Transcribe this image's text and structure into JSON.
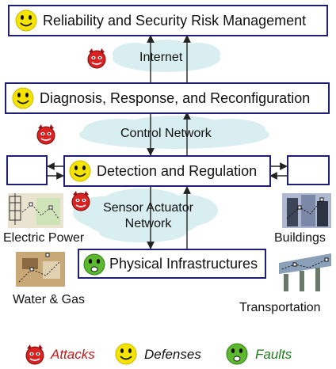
{
  "layers": {
    "risk_management": "Reliability and Security Risk Management",
    "internet": "Internet",
    "diagnosis": "Diagnosis, Response, and Reconfiguration",
    "control_network": "Control Network",
    "detection": "Detection and Regulation",
    "sensor_network_line1": "Sensor Actuator",
    "sensor_network_line2": "Network",
    "physical": "Physical Infrastructures"
  },
  "infrastructures": {
    "electric_power": "Electric Power",
    "buildings": "Buildings",
    "water_gas": "Water & Gas",
    "transportation": "Transportation"
  },
  "legend": {
    "attacks": "Attacks",
    "defenses": "Defenses",
    "faults": "Faults"
  },
  "colors": {
    "attacks_text": "#c21a1a",
    "defenses_text": "#111111",
    "faults_text": "#1e7a1e",
    "cloud": "#d8eef0",
    "box_border": "#1f1f7a"
  },
  "icons": [
    "smiley-defense-icon",
    "devil-attack-icon",
    "green-fault-icon"
  ]
}
